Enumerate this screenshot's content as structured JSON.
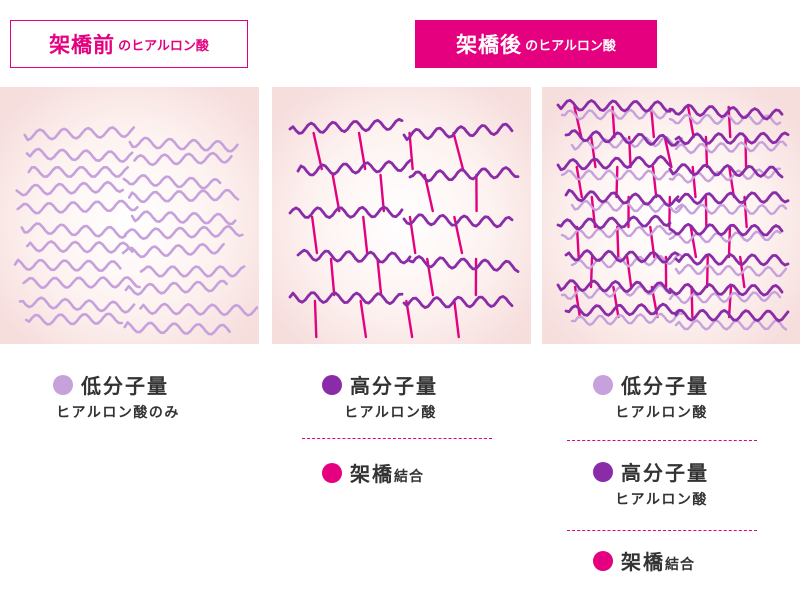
{
  "headers": {
    "before": {
      "main": "架橋前",
      "suffix": "のヒアルロン酸"
    },
    "after": {
      "main": "架橋後",
      "suffix": "のヒアルロン酸"
    }
  },
  "colors": {
    "accent": "#e5007f",
    "low_molecular": "#c6a1dc",
    "high_molecular": "#8a2ca7",
    "crosslink": "#e5007f",
    "panel_bg": "#f6dedd"
  },
  "legends": {
    "before": {
      "low": {
        "label": "低分子量",
        "sub": "ヒアルロン酸のみ"
      }
    },
    "after_crosslinked": {
      "high": {
        "label": "高分子量",
        "sub": "ヒアルロン酸"
      },
      "cross": {
        "label": "架橋",
        "suffix": "結合"
      }
    },
    "after_mixed": {
      "low": {
        "label": "低分子量",
        "sub": "ヒアルロン酸"
      },
      "high": {
        "label": "高分子量",
        "sub": "ヒアルロン酸"
      },
      "cross": {
        "label": "架橋",
        "suffix": "結合"
      }
    }
  }
}
